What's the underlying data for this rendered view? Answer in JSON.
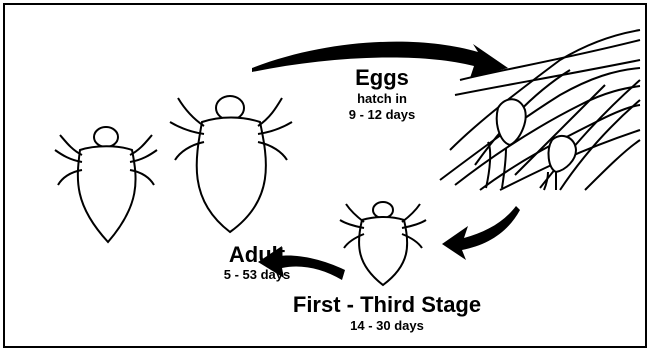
{
  "stages": {
    "eggs": {
      "title": "Eggs",
      "line1": "hatch in",
      "line2": "9 - 12 days"
    },
    "nymph": {
      "title": "First - Third Stage",
      "duration": "14 - 30 days"
    },
    "adult": {
      "title": "Adult",
      "duration": "5 - 53 days"
    }
  },
  "colors": {
    "ink": "#000000",
    "paper": "#ffffff"
  }
}
